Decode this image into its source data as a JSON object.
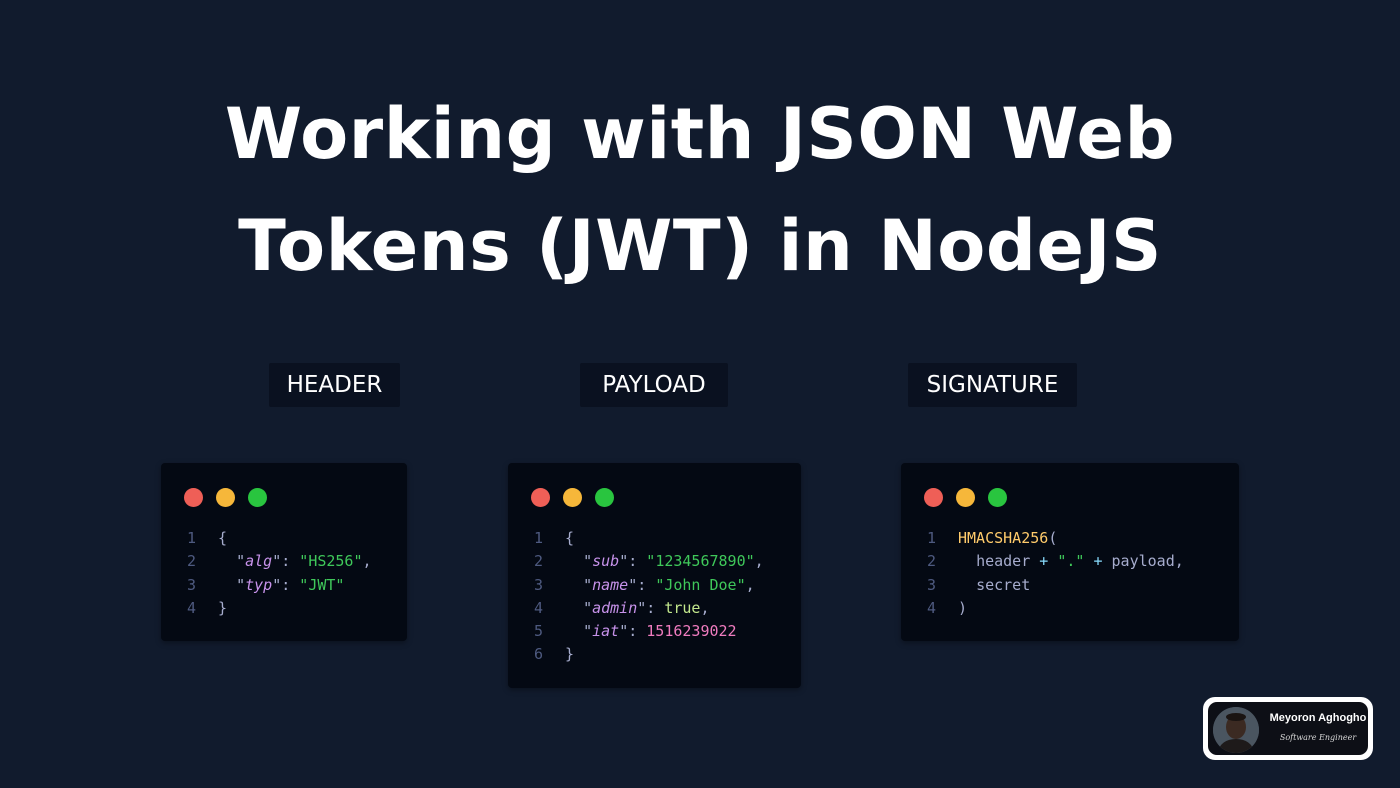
{
  "title": {
    "line1": "Working with JSON Web",
    "line2": "Tokens (JWT) in NodeJS"
  },
  "sections": {
    "header_label": "HEADER",
    "payload_label": "PAYLOAD",
    "signature_label": "SIGNATURE"
  },
  "window_dots": {
    "colors": [
      "#ef5f57",
      "#f6b73a",
      "#29c53f"
    ]
  },
  "header_code": {
    "line_numbers": [
      "1",
      "2",
      "3",
      "4"
    ],
    "open_brace": "{",
    "alg_key": "alg",
    "alg_value": "HS256",
    "typ_key": "typ",
    "typ_value": "JWT",
    "close_brace": "}"
  },
  "payload_code": {
    "line_numbers": [
      "1",
      "2",
      "3",
      "4",
      "5",
      "6"
    ],
    "open_brace": "{",
    "sub_key": "sub",
    "sub_value": "1234567890",
    "name_key": "name",
    "name_value": "John Doe",
    "admin_key": "admin",
    "admin_value": "true",
    "iat_key": "iat",
    "iat_value": "1516239022",
    "close_brace": "}"
  },
  "signature_code": {
    "line_numbers": [
      "1",
      "2",
      "3",
      "4"
    ],
    "function_name": "HMACSHA256",
    "open_paren": "(",
    "header_word": "header",
    "plus": "+",
    "dot_string": ".",
    "payload_word": "payload",
    "secret_word": "secret",
    "close_paren": ")"
  },
  "author": {
    "name": "Meyoron Aghogho",
    "role": "Software Engineer"
  },
  "colors": {
    "background": "#111b2d",
    "card": "#040913",
    "string": "#3fc85a",
    "key": "#c792ea",
    "number": "#f07cbf",
    "function": "#ffcb6b"
  }
}
